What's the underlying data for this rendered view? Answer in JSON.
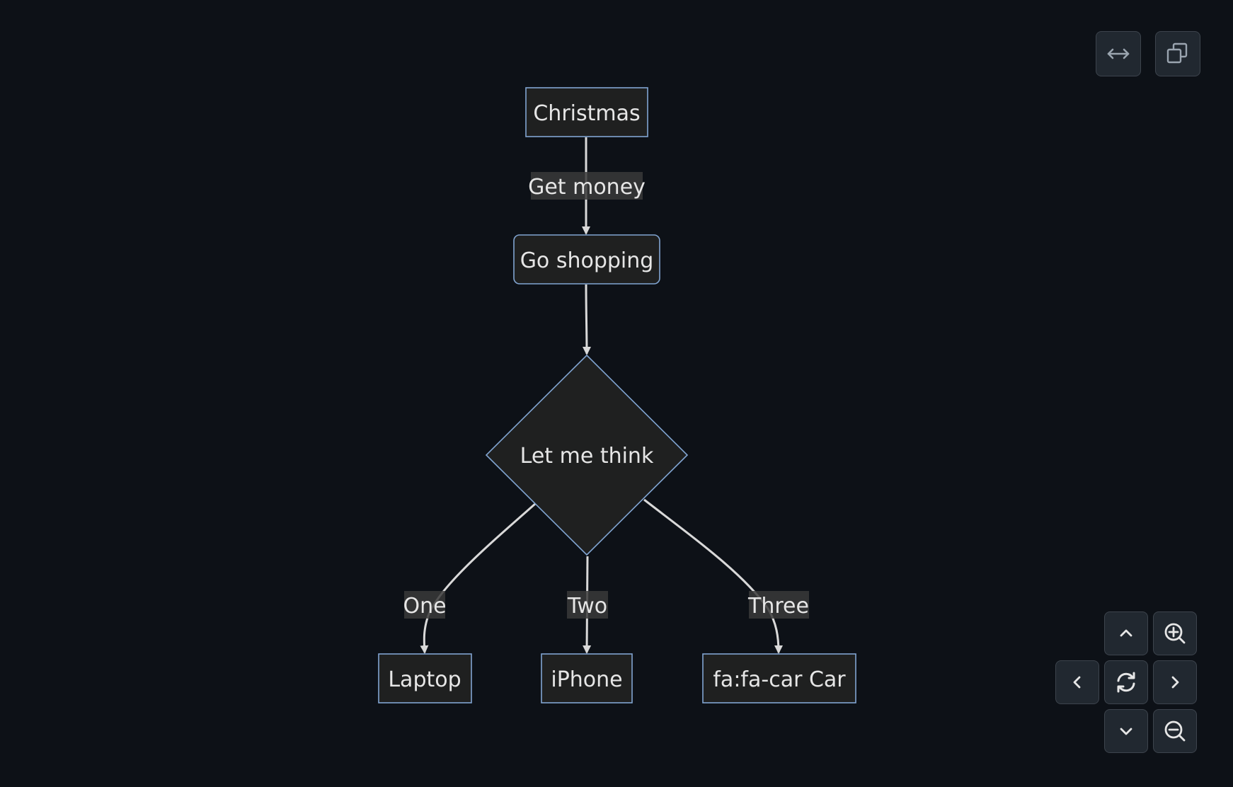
{
  "diagram": {
    "nodes": {
      "christmas": "Christmas",
      "shopping": "Go shopping",
      "think": "Let me think",
      "laptop": "Laptop",
      "iphone": "iPhone",
      "car": "fa:fa-car Car"
    },
    "edges": {
      "get_money": "Get money",
      "one": "One",
      "two": "Two",
      "three": "Three"
    }
  },
  "toolbar": {
    "fullscreen_icon": "arrows-horizontal-icon",
    "copy_icon": "copy-icon"
  },
  "navigation": {
    "up_icon": "chevron-up-icon",
    "down_icon": "chevron-down-icon",
    "left_icon": "chevron-left-icon",
    "right_icon": "chevron-right-icon",
    "reset_icon": "refresh-icon",
    "zoom_in_icon": "zoom-in-icon",
    "zoom_out_icon": "zoom-out-icon"
  },
  "colors": {
    "background": "#0d1117",
    "node_fill": "#1f2020",
    "node_stroke": "#81a5d2",
    "edge_stroke": "#d9d9d9",
    "text": "#e6e6e6"
  }
}
